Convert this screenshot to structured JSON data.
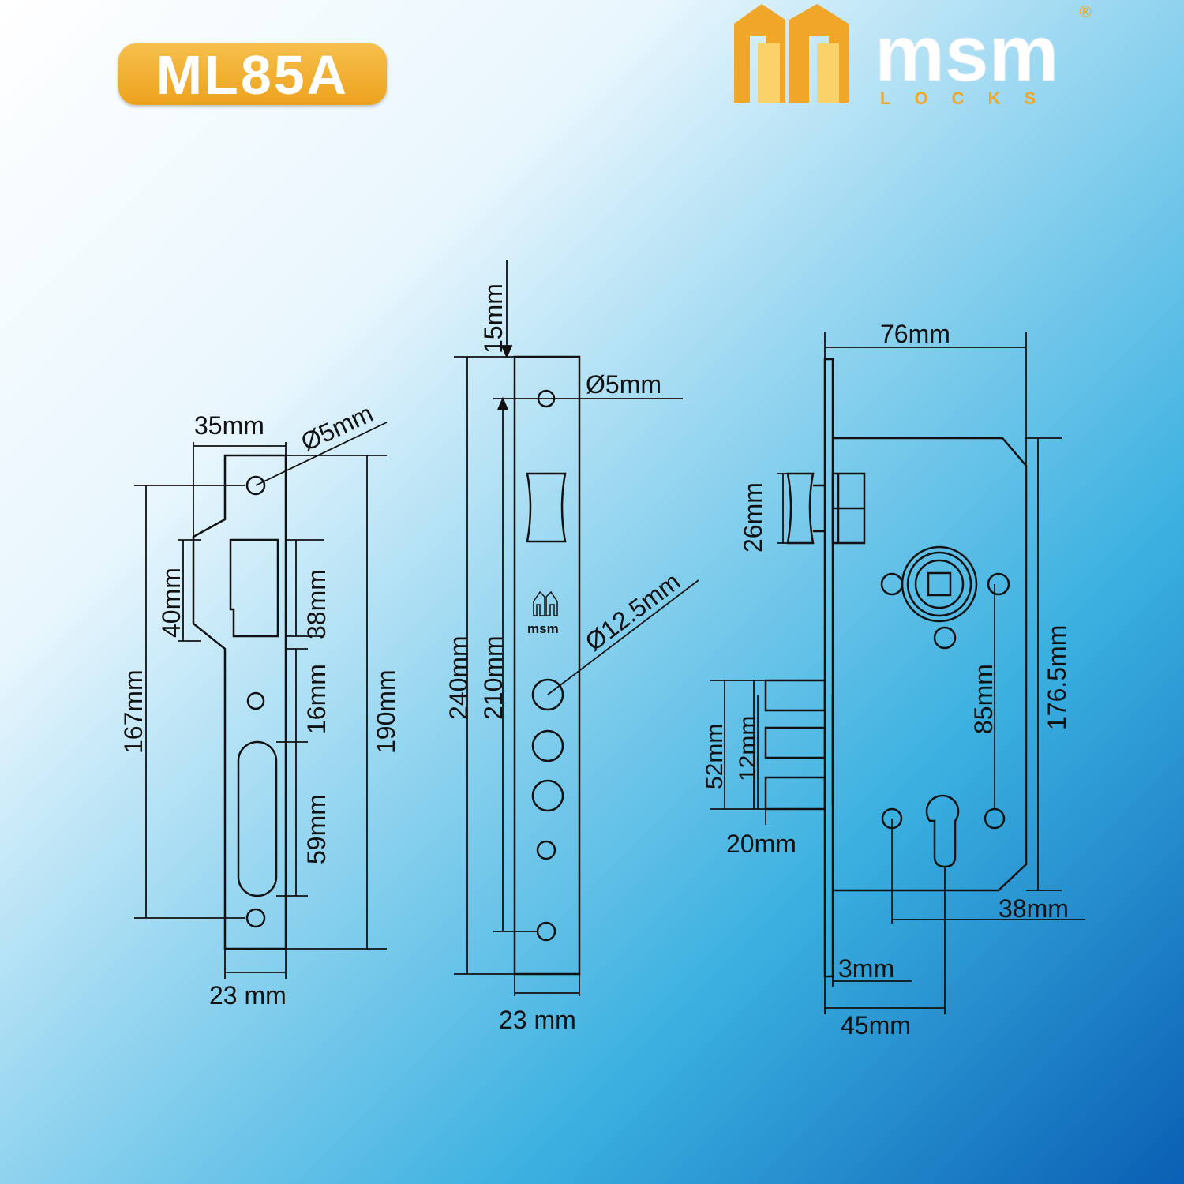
{
  "model": "ML85A",
  "brand": {
    "name": "msm",
    "sub": "LOCKS",
    "mark": "®"
  },
  "colors": {
    "accent": "#f0a629",
    "line": "#111111",
    "bg_top": "#ffffff",
    "bg_bottom": "#0a66b8"
  },
  "strike_plate": {
    "width": "35mm",
    "hole": "Ø5mm",
    "latch_depth": "40mm",
    "latch_opening": "38mm",
    "gap": "16mm",
    "bolt_opening": "59mm",
    "hole_spacing": "167mm",
    "height": "190mm",
    "face_width": "23 mm"
  },
  "faceplate": {
    "top_offset": "15mm",
    "hole": "Ø5mm",
    "hole_large": "Ø12.5mm",
    "height": "240mm",
    "hole_spacing": "210mm",
    "width": "23 mm",
    "emblem": "msm"
  },
  "lock_body": {
    "depth": "76mm",
    "latch_height": "26mm",
    "height": "176.5mm",
    "centers": "85mm",
    "bolt_span": "52mm",
    "bolt_pitch": "12mm",
    "bolt_throw": "20mm",
    "cylinder_offset": "38mm",
    "plate_thickness": "3mm",
    "backset": "45mm"
  }
}
